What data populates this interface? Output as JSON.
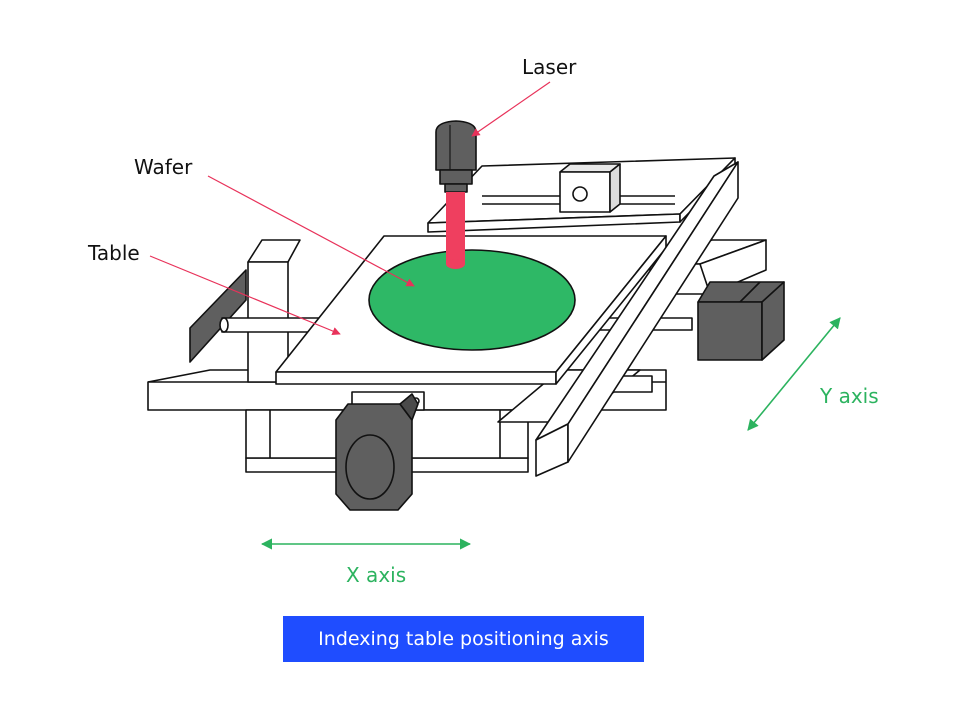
{
  "labels": {
    "laser": "Laser",
    "wafer": "Wafer",
    "table": "Table",
    "x_axis": "X axis",
    "y_axis": "Y axis"
  },
  "caption": "Indexing table positioning axis",
  "colors": {
    "outline": "#111111",
    "motor_gray": "#5f5f5f",
    "wafer_green": "#2eb866",
    "laser_beam": "#ef3f5f",
    "leader_line": "#e8325a",
    "axis_arrow": "#2cb35f",
    "caption_bg": "#1f4dff",
    "caption_text": "#ffffff"
  }
}
